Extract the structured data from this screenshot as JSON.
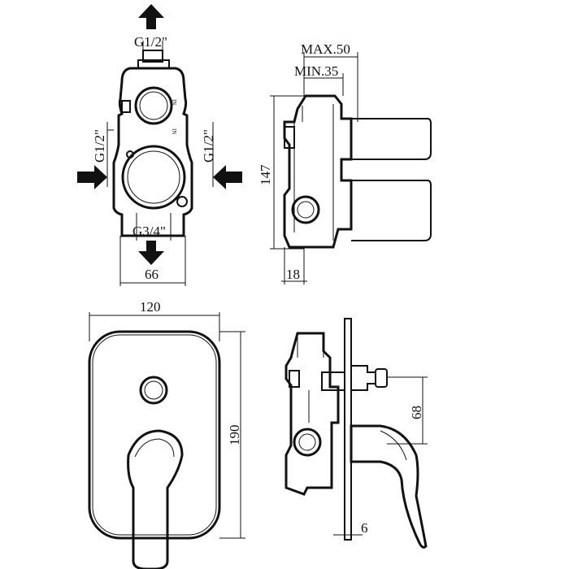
{
  "labels": {
    "top_inlet": "G1/2\"",
    "left_inlet": "G1/2\"",
    "right_inlet": "G1/2\"",
    "bottom_outlet": "G3/4\"",
    "body_width": "66",
    "max_depth": "MAX.50",
    "min_depth": "MIN.35",
    "body_height": "147",
    "wall_offset": "18",
    "plate_width": "120",
    "plate_height": "190",
    "diverter_offset": "68",
    "plate_thickness": "6"
  }
}
